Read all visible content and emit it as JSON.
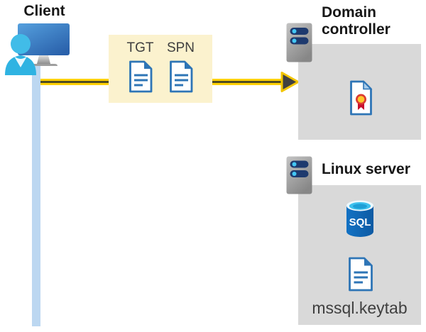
{
  "client": {
    "label": "Client"
  },
  "tokens": {
    "tgt": "TGT",
    "spn": "SPN"
  },
  "domain_controller": {
    "label": "Domain controller"
  },
  "linux_server": {
    "label": "Linux server",
    "database_label": "SQL",
    "keytab_file": "mssql.keytab"
  },
  "colors": {
    "timeline_blue": "#BCD7F1",
    "arrow_yellow": "#FFD100",
    "arrow_core": "#4F4C22",
    "arrow_head_gray": "#404040",
    "token_box_bg": "#FBF2CE",
    "machine_box_bg": "#D9D9D9",
    "document_blue": "#2E75B6",
    "server_bar_navy": "#1E3A6E",
    "server_dot_cyan": "#43C6F4",
    "person_cyan": "#32B4E2",
    "monitor_blue": "#3C7FC4",
    "sql_body_blue": "#1166B3",
    "sql_top_cyan": "#3CC1EE",
    "certificate_red": "#C8102E",
    "certificate_yellow": "#FFC72C"
  }
}
